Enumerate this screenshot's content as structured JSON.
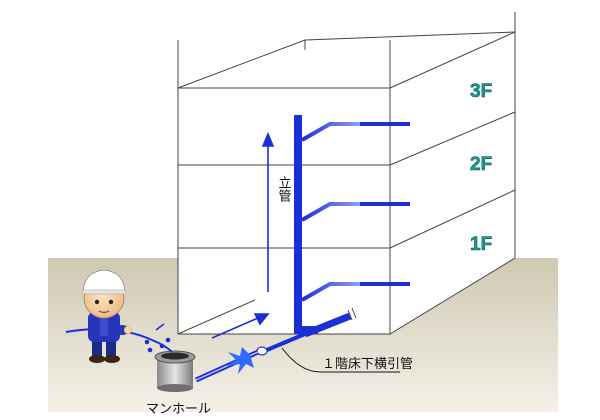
{
  "floors": [
    "3F",
    "2F",
    "1F"
  ],
  "labels": {
    "riser": "立管",
    "underfloor_pipe": "１階床下横引管",
    "manhole": "マンホール"
  },
  "colors": {
    "pipe": "#1a2fd6",
    "floor_label": "#1e9a8f",
    "ground": "#d8d2bf",
    "outline": "#444444"
  }
}
